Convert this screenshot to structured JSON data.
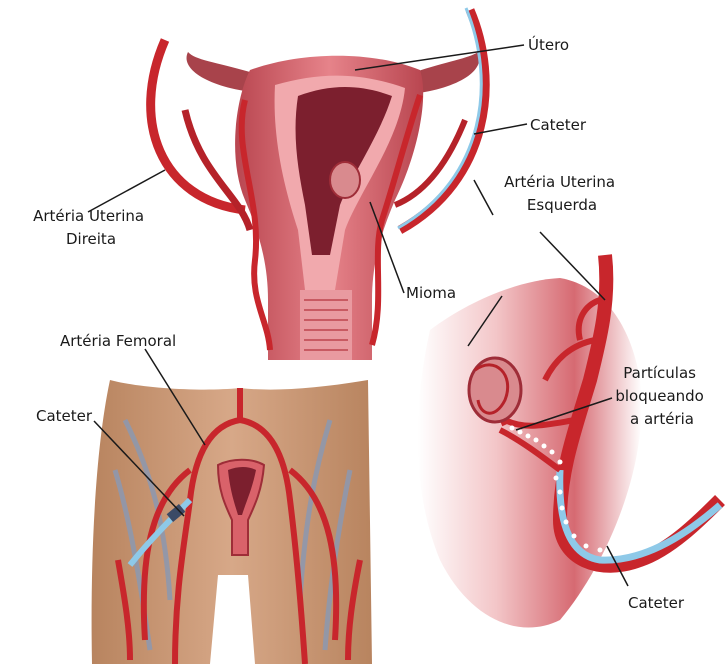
{
  "labels": {
    "utero": "Útero",
    "cateter_top": "Cateter",
    "arteria_uterina_direita": [
      "Artéria Uterina",
      "Direita"
    ],
    "arteria_uterina_esquerda": [
      "Artéria Uterina",
      "Esquerda"
    ],
    "mioma": "Mioma",
    "arteria_femoral": "Artéria Femoral",
    "cateter_left": "Cateter",
    "particulas": [
      "Partículas",
      "bloqueando",
      "a artéria"
    ],
    "cateter_bottom": "Cateter"
  },
  "colors": {
    "artery": "#c8262c",
    "artery_dark": "#8e1a1f",
    "uterus_muscle": "#d9626a",
    "uterus_light": "#f0a6aa",
    "uterine_cavity": "#7c1f2e",
    "skin": "#c99777",
    "vein": "#8f98ad",
    "catheter": "#8ec9e8",
    "particles": "#ffffff",
    "leader_line": "#1a1a1a"
  }
}
